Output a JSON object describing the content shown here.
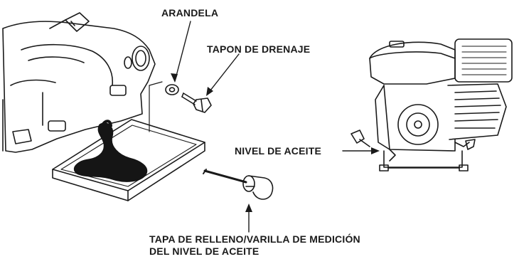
{
  "labels": {
    "arandela": "ARANDELA",
    "tapon_drenaje": "TAPON DE DRENAJE",
    "nivel_aceite": "NIVEL DE ACEITE",
    "tapa_line1": "TAPA DE RELLENO/VARILLA DE MEDICIÓN",
    "tapa_line2": "DEL NIVEL DE ACEITE"
  },
  "icons": [
    "engine-crankcase",
    "drain-pan",
    "washer",
    "drain-plug",
    "dipstick",
    "small-engine"
  ],
  "colors": {
    "ink": "#1a1a1a",
    "oil": "#151515",
    "paper": "#ffffff"
  }
}
